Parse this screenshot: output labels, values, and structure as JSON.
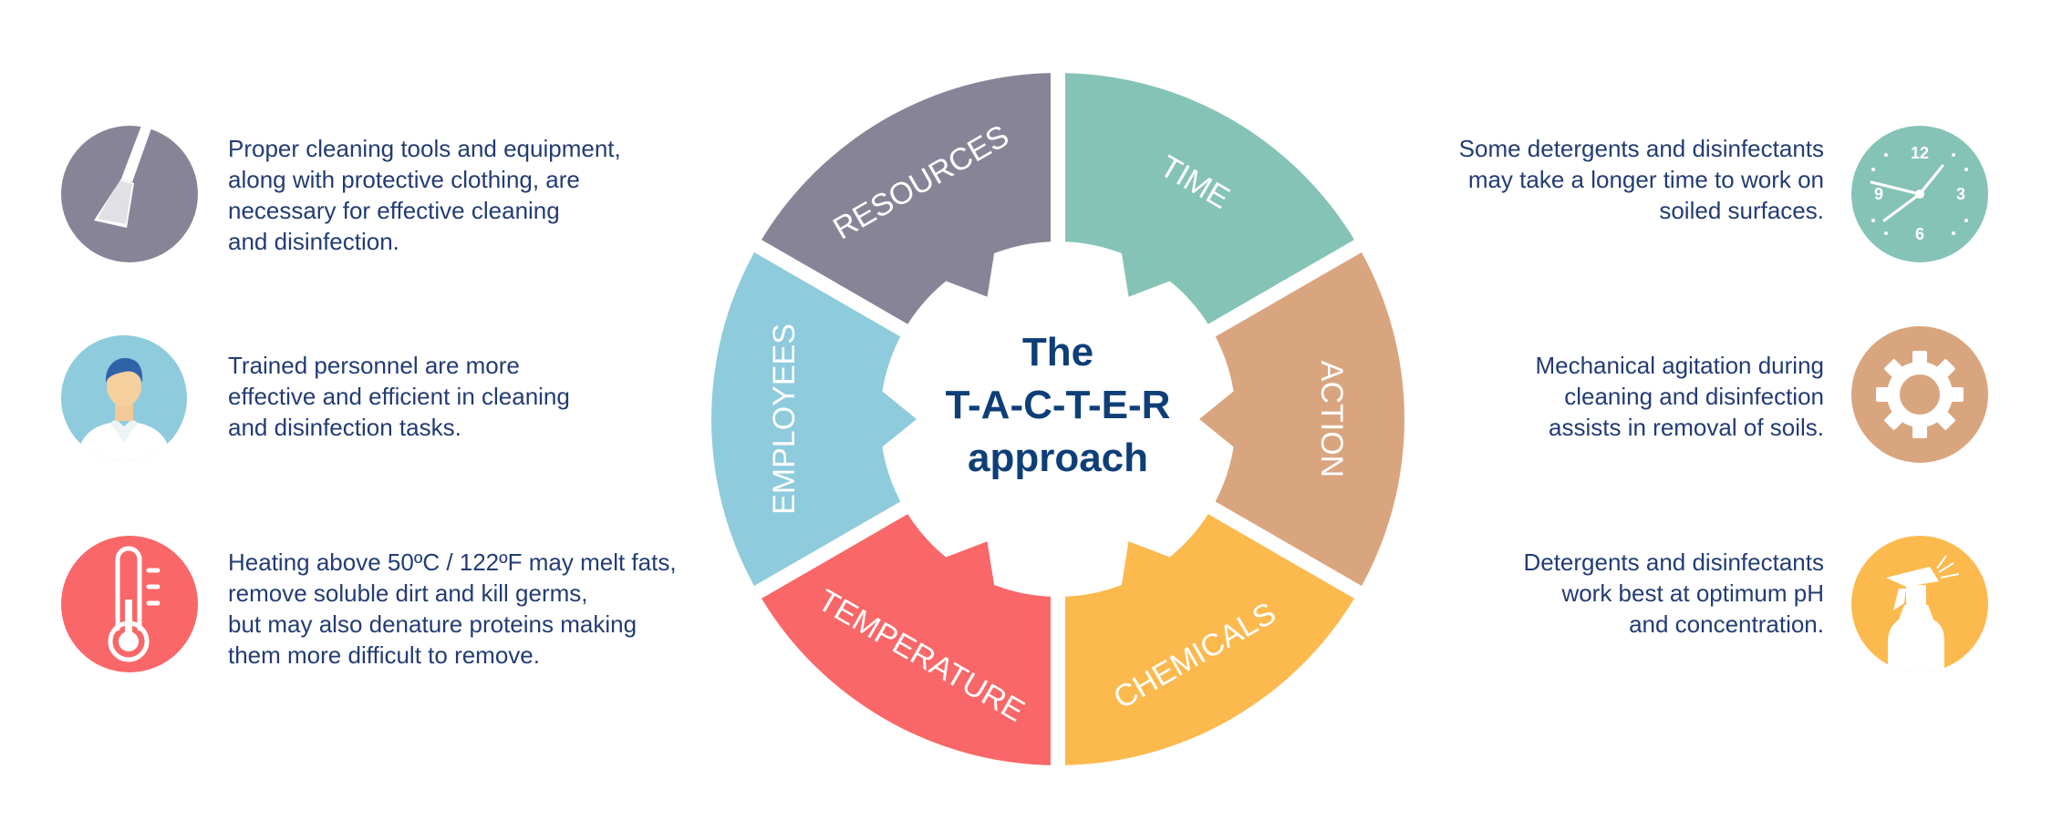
{
  "center": {
    "line1": "The",
    "line2": "T-A-C-T-E-R",
    "line3": "approach"
  },
  "segments": [
    {
      "label": "RESOURCES",
      "color": "#878497"
    },
    {
      "label": "TIME",
      "color": "#86c3b7"
    },
    {
      "label": "ACTION",
      "color": "#d9a57f"
    },
    {
      "label": "CHEMICALS",
      "color": "#fcb94d"
    },
    {
      "label": "TEMPERATURE",
      "color": "#f96768"
    },
    {
      "label": "EMPLOYEES",
      "color": "#8ecbdc"
    }
  ],
  "left_items": [
    {
      "icon": "cleaning-tool-icon",
      "color": "#878497",
      "text": "Proper cleaning tools and equipment,\nalong with protective clothing, are\nnecessary for effective cleaning\nand disinfection."
    },
    {
      "icon": "person-icon",
      "color": "#8ecbdc",
      "text": "Trained personnel are more\neffective and efficient in cleaning\nand disinfection tasks."
    },
    {
      "icon": "thermometer-icon",
      "color": "#f96768",
      "text": "Heating above 50ºC / 122ºF may melt fats,\nremove soluble dirt and kill germs,\nbut may also denature proteins making\nthem more difficult to remove."
    }
  ],
  "right_items": [
    {
      "icon": "clock-icon",
      "color": "#86c3b7",
      "text": "Some detergents and disinfectants\nmay take a longer time to work on\nsoiled surfaces.",
      "clock_numbers": [
        "12",
        "3",
        "6",
        "9"
      ]
    },
    {
      "icon": "gear-icon",
      "color": "#d9a57f",
      "text": "Mechanical agitation during\ncleaning and disinfection\nassists in removal of soils."
    },
    {
      "icon": "spray-bottle-icon",
      "color": "#fcb94d",
      "text": "Detergents and disinfectants\nwork best at optimum pH\nand concentration."
    }
  ]
}
